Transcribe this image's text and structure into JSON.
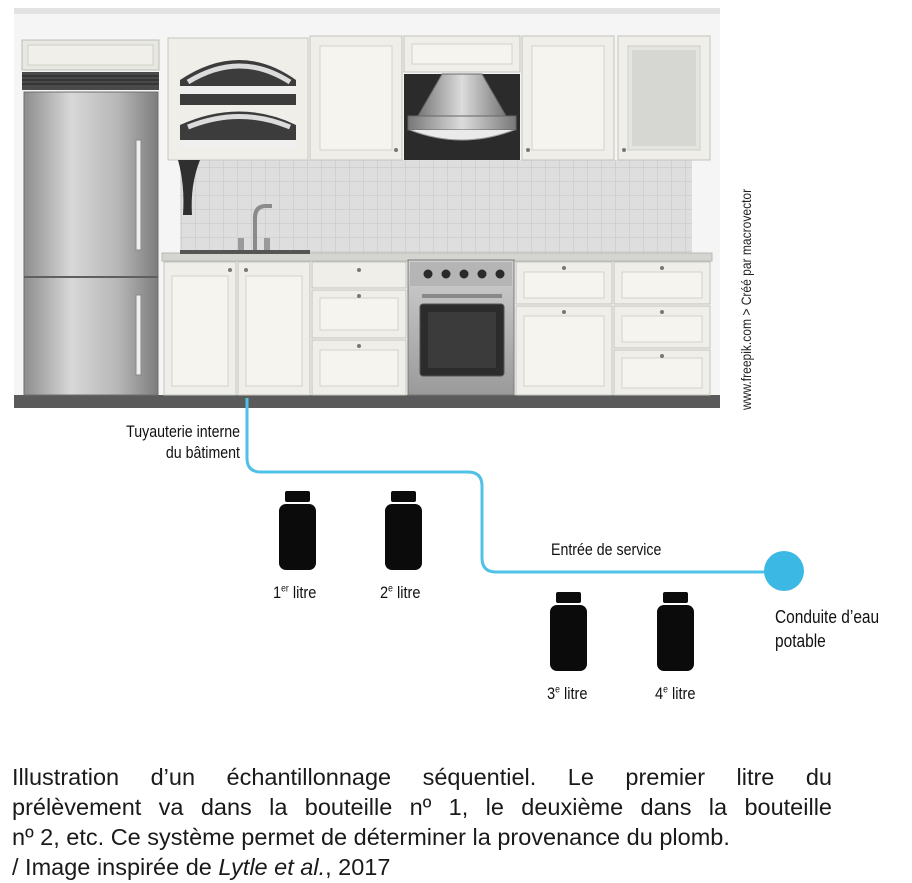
{
  "credit": "www.freepik.com > Créé par macrovector",
  "labels": {
    "internal_piping_line1": "Tuyauterie interne",
    "internal_piping_line2": "du bâtiment",
    "service_entry": "Entrée de service",
    "main_line1": "Conduite d’eau",
    "main_line2": "potable"
  },
  "bottles": [
    {
      "num": "1",
      "sup": "er",
      "word": "litre"
    },
    {
      "num": "2",
      "sup": "e",
      "word": "litre"
    },
    {
      "num": "3",
      "sup": "e",
      "word": "litre"
    },
    {
      "num": "4",
      "sup": "e",
      "word": "litre"
    }
  ],
  "caption": {
    "line1": "Illustration d’un échantillonnage séquentiel. Le premier litre du",
    "line2": "prélèvement va dans la bouteille nº 1, le deuxième dans la bouteille",
    "line3": "nº 2, etc. Ce système permet de déterminer la provenance du plomb.",
    "line4_prefix": "/ Image inspirée de ",
    "line4_italic": "Lytle et al.",
    "line4_suffix": ", 2017"
  },
  "colors": {
    "pipe": "#4fc1e6",
    "main_circle": "#3cb8e5",
    "bottle": "#0b0b0b",
    "cabinet": "#eeede6",
    "backsplash": "#dcdcdc",
    "floor": "#5a5a5a"
  }
}
